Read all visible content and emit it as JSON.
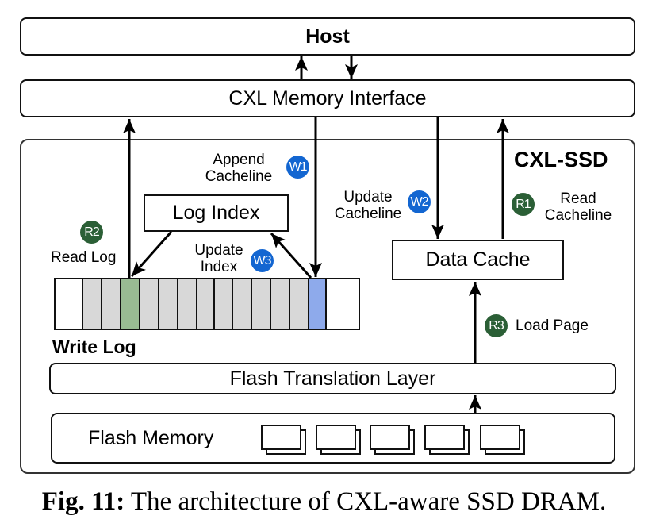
{
  "diagram": {
    "host": {
      "label": "Host"
    },
    "cxl_interface": {
      "label": "CXL Memory Interface"
    },
    "cxl_ssd": {
      "label": "CXL-SSD"
    },
    "log_index": {
      "label": "Log Index"
    },
    "data_cache": {
      "label": "Data Cache"
    },
    "write_log": {
      "label": "Write Log",
      "cells": [
        "empty",
        "used",
        "used",
        "read",
        "used",
        "used",
        "used",
        "used",
        "used",
        "used",
        "used",
        "used",
        "used",
        "append",
        "empty"
      ]
    },
    "ftl": {
      "label": "Flash Translation Layer"
    },
    "flash_memory": {
      "label": "Flash Memory",
      "chip_count": 5
    },
    "steps": {
      "w1": {
        "badge": "W1",
        "line1": "Append",
        "line2": "Cacheline"
      },
      "w2": {
        "badge": "W2",
        "line1": "Update",
        "line2": "Cacheline"
      },
      "w3": {
        "badge": "W3",
        "line1": "Update",
        "line2": "Index"
      },
      "r1": {
        "badge": "R1",
        "line1": "Read",
        "line2": "Cacheline"
      },
      "r2": {
        "badge": "R2",
        "line1": "Read Log"
      },
      "r3": {
        "badge": "R3",
        "line1": "Load Page"
      }
    },
    "colors": {
      "write_badge": "#1366d1",
      "read_badge": "#2b5f36",
      "cell_used": "#d8d8d8",
      "cell_read": "#99bb93",
      "cell_append": "#8eaaeb",
      "cell_empty": "#ffffff"
    }
  },
  "caption": {
    "prefix": "Fig. 11:",
    "text": " The architecture of CXL-aware SSD DRAM."
  }
}
